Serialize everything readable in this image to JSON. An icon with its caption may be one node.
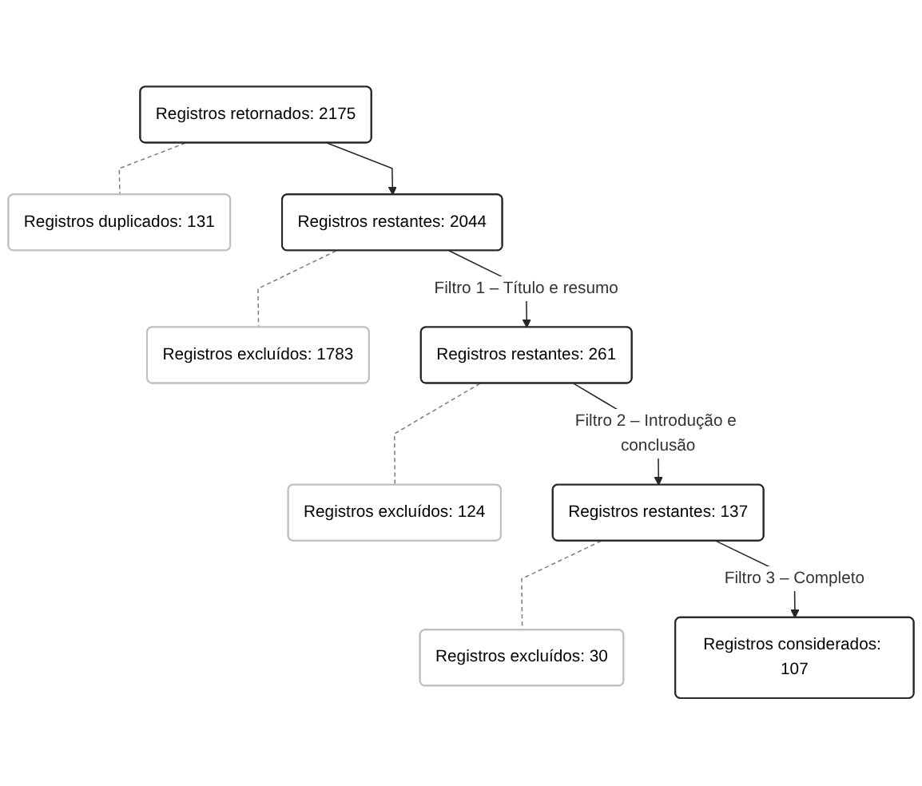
{
  "diagram": {
    "nodes": [
      {
        "text": [
          "Registros retornados: 2175"
        ]
      },
      {
        "text": [
          "Registros duplicados: 131"
        ]
      },
      {
        "text": [
          "Registros restantes: 2044"
        ]
      },
      {
        "text": [
          "Registros excluídos: 1783"
        ]
      },
      {
        "text": [
          "Registros restantes: 261"
        ]
      },
      {
        "text": [
          "Registros excluídos: 124"
        ]
      },
      {
        "text": [
          "Registros restantes: 137"
        ]
      },
      {
        "text": [
          "Registros excluídos: 30"
        ]
      },
      {
        "text": [
          "Registros considerados: 107"
        ]
      }
    ],
    "edges": [
      {
        "from": 0,
        "to": 1,
        "arrow": "none",
        "style": "dashed",
        "color": "#7f7f7f"
      },
      {
        "from": 0,
        "to": 2,
        "arrow": "to"
      },
      {
        "from": 2,
        "to": 3,
        "arrow": "none",
        "style": "dashed",
        "color": "#7f7f7f"
      },
      {
        "from": 2,
        "to": 4,
        "arrow": "to",
        "label": "Filtro 1 – Título e resumo"
      },
      {
        "from": 4,
        "to": 5,
        "arrow": "none",
        "style": "dashed",
        "color": "#7f7f7f"
      },
      {
        "from": 4,
        "to": 6,
        "arrow": "to",
        "label": "Filtro 2 – Introdução e conclusão"
      },
      {
        "from": 6,
        "to": 7,
        "arrow": "none",
        "style": "dashed",
        "color": "#7f7f7f"
      },
      {
        "from": 6,
        "to": 8,
        "arrow": "to",
        "label": "Filtro 3 – Completo"
      }
    ]
  }
}
